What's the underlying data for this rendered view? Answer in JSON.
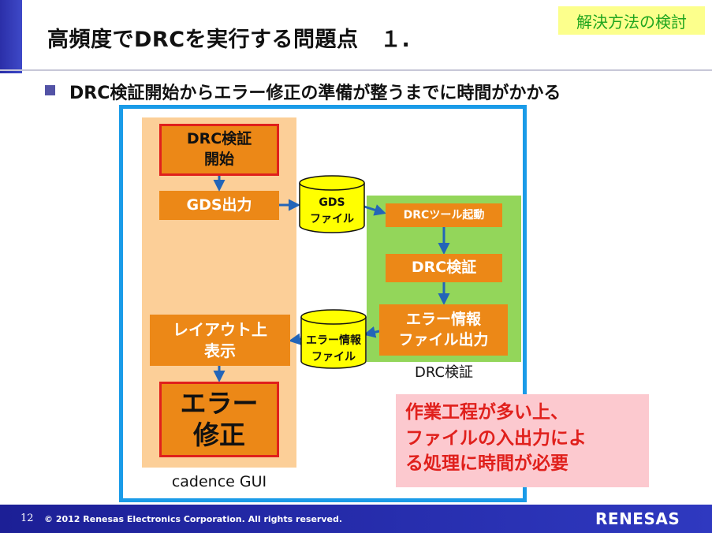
{
  "slide": {
    "title": "高頻度でDRCを実行する問題点　１.",
    "tag": "解決方法の検討",
    "bullet": "DRC検証開始からエラー修正の準備が整うまでに時間がかかる"
  },
  "diagram": {
    "cadence_label": "cadence GUI",
    "drc_label": "DRC検証",
    "start_box": [
      "DRC検証",
      "開始"
    ],
    "gds_out": "GDS出力",
    "gds_file": [
      "GDS",
      "ファイル"
    ],
    "drc_tool": "DRCツール起動",
    "drc_verify": "DRC検証",
    "error_out": [
      "エラー情報",
      "ファイル出力"
    ],
    "error_file": [
      "エラー情報",
      "ファイル"
    ],
    "layout_view": [
      "レイアウト上",
      "表示"
    ],
    "error_fix": [
      "エラー",
      "修正"
    ],
    "note": [
      "作業工程が多い上、",
      "ファイルの入出力によ",
      "る処理に時間が必要"
    ]
  },
  "footer": {
    "page": "12",
    "copyright": "© 2012 Renesas Electronics Corporation. All rights reserved.",
    "logo": "RENESAS"
  },
  "colors": {
    "frame": "#1a9be8",
    "cadence_panel": "#fccf98",
    "drc_panel": "#93d65a",
    "box": "#ec8817",
    "box_border_red": "#e0201c",
    "cylinder": "#ffff00",
    "arrow": "#2365b8",
    "note_bg": "#fcc9cf",
    "note_text": "#e0201c",
    "tag_bg": "#fcff8c",
    "tag_text": "#1ea51e",
    "footer": "#2a30a8"
  }
}
